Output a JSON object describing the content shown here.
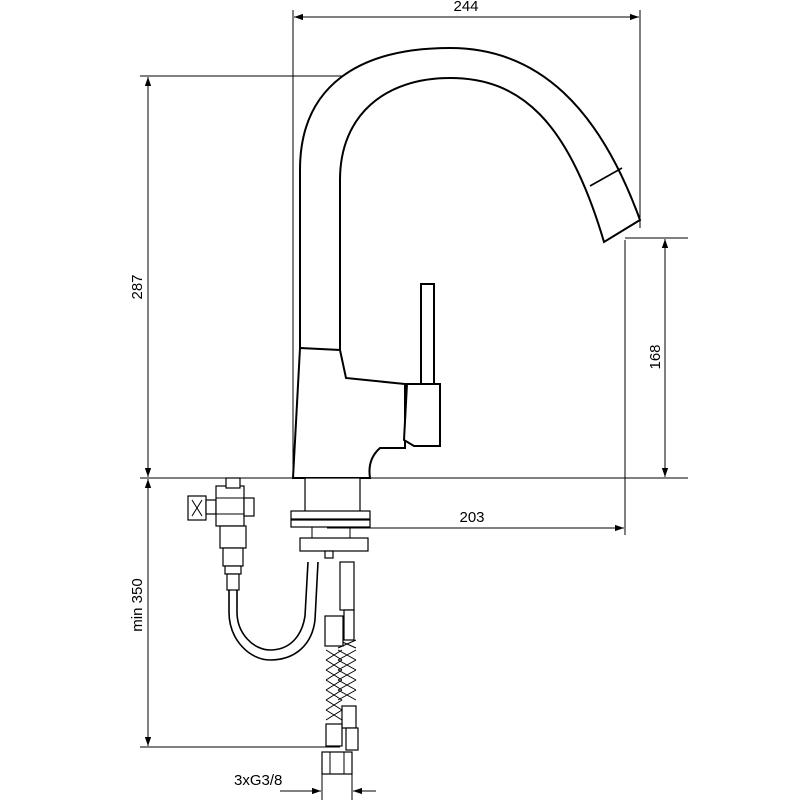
{
  "drawing": {
    "dimensions": {
      "width_top": "244",
      "height_total": "287",
      "spout_height": "168",
      "reach": "203",
      "min_hose": "min 350",
      "connections": "3xG3/8"
    }
  }
}
